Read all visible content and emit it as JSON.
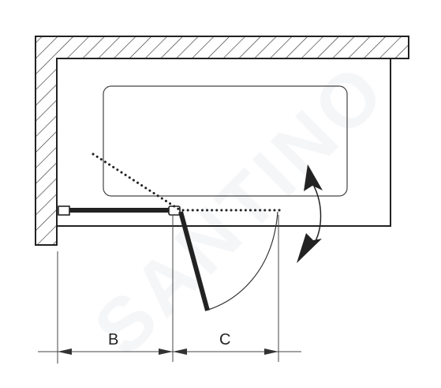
{
  "diagram": {
    "watermark": "SANTINO",
    "dimensions": [
      {
        "label": "B"
      },
      {
        "label": "C"
      }
    ]
  }
}
